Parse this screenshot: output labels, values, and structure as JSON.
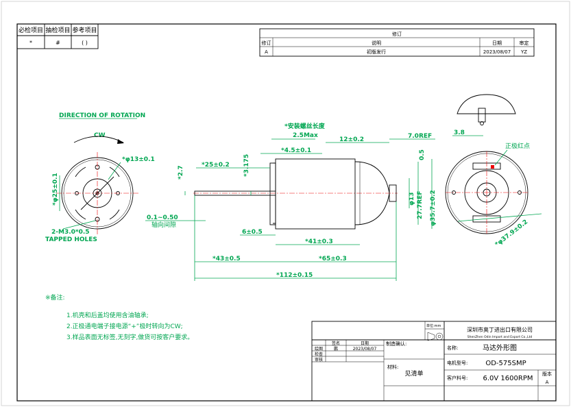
{
  "inspection_table": {
    "headers": [
      "必检项目",
      "抽检项目",
      "参考项目"
    ],
    "symbols": [
      "*",
      "#",
      "( )"
    ]
  },
  "revision_table": {
    "title": "修订",
    "headers": [
      "修订",
      "说明",
      "日期",
      "审定"
    ],
    "row": {
      "rev": "A",
      "desc": "初版发行",
      "date": "2023/08/07",
      "approver": "YZ"
    }
  },
  "rotation": {
    "title": "DIRECTION OF ROTATION",
    "cw": "CW"
  },
  "dims": {
    "d13": "*φ13±0.1",
    "d25": "*φ25±0.1",
    "m3": "2-M3.0*0.5",
    "tapped": "TAPPED HOLES",
    "install_len": "*安装螺丝长度",
    "max25": "2.5Max",
    "l12": "12±0.2",
    "ref7": "7.0REF",
    "l45": "*4.5±0.1",
    "l25": "*25±0.2",
    "shaft27": "*2.7",
    "shaft3175": "*3.175",
    "gap": "0.1~0.50",
    "gap_cn": "轴向间隙",
    "l6": "6±0.5",
    "l41": "*41±0.3",
    "l43": "*43±0.5",
    "l65": "*65±0.3",
    "l112": "*112±0.15",
    "d05": "0.5",
    "d13b": "φ13",
    "ref277": "27.7REF",
    "d357": "φ35.7±0.2",
    "d379": "*φ37.9±0.2",
    "l38": "3.8",
    "red_mark": "正极红点"
  },
  "notes": {
    "title": "※备注:",
    "items": [
      "1.机壳和后盖均使用含油轴承;",
      "2.正极通电端子接电源“+”极时转向为CW;",
      "3.样品表面无标签,无刻字,做货可按客户要求。"
    ]
  },
  "title_block": {
    "company": "深圳市奥丁进出口有限公司",
    "company_en": "ShenZhen Odin Import and Export Co.,Ltd",
    "sig_header": [
      "签名",
      "日期"
    ],
    "roles": [
      "绘图",
      "检查",
      "审核"
    ],
    "drawn_by": "鹏",
    "date": "2023/08/07",
    "drawing_name_label": "名称:",
    "drawing_name": "马达外形图",
    "model_label": "电机型号:",
    "model": "OD-575SMP",
    "customer_label": "客户料号:",
    "spec": "6.0V 1600RPM",
    "version_label": "版本",
    "version": "A",
    "material_label": "材料:",
    "material": "见清单",
    "confirm_label": "制造确认:",
    "unit_label": "单位:mm"
  }
}
